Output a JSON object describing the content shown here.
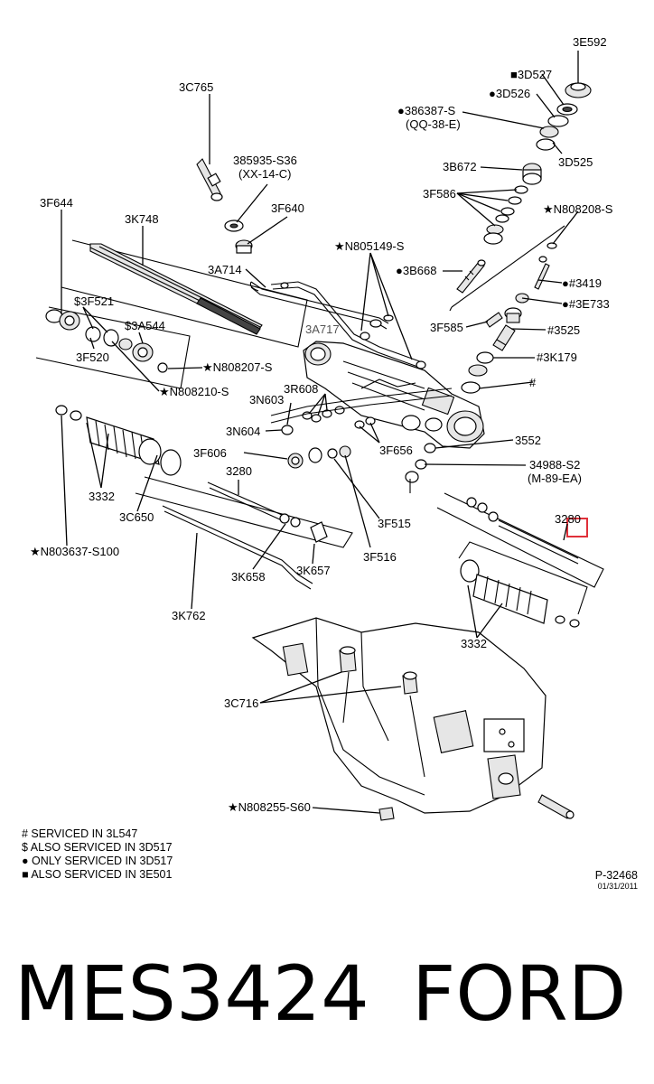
{
  "labels": {
    "l_3E592": "3E592",
    "l_3D527": "■3D527",
    "l_3D526": "●3D526",
    "l_386387": "●386387-S",
    "l_qq38e": "(QQ-38-E)",
    "l_3D525": "3D525",
    "l_3C765": "3C765",
    "l_385935": "385935-S36",
    "l_xx14c": "(XX-14-C)",
    "l_3B672": "3B672",
    "l_3F586": "3F586",
    "l_N808208": "★N808208-S",
    "l_3F644": "3F644",
    "l_3K748": "3K748",
    "l_3F640": "3F640",
    "l_N805149": "★N805149-S",
    "l_3A714": "3A714",
    "l_3B668": "●3B668",
    "l_3419": "●#3419",
    "l_3F521": "$3F521",
    "l_3A544": "$3A544",
    "l_3E733": "●#3E733",
    "l_3A717": "3A717",
    "l_3F585": "3F585",
    "l_3525": "#3525",
    "l_3F520": "3F520",
    "l_N808207": "★N808207-S",
    "l_3K179": "#3K179",
    "l_N808210": "★N808210-S",
    "l_3R608": "3R608",
    "l_hash": "#",
    "l_3N603": "3N603",
    "l_3N604": "3N604",
    "l_3552": "3552",
    "l_3F606": "3F606",
    "l_3F656": "3F656",
    "l_34988": "34988-S2",
    "l_m89ea": "(M-89-EA)",
    "l_3280a": "3280",
    "l_3332a": "3332",
    "l_3C650": "3C650",
    "l_3F515": "3F515",
    "l_3280b": "3280",
    "l_N803637": "★N803637-S100",
    "l_3K658": "3K658",
    "l_3K657": "3K657",
    "l_3F516": "3F516",
    "l_3K762": "3K762",
    "l_3332b": "3332",
    "l_3C716": "3C716",
    "l_N808255": "★N808255-S60"
  },
  "legend": {
    "hash": "# SERVICED IN 3L547",
    "dollar": "$ ALSO SERVICED IN 3D517",
    "dot": "● ONLY SERVICED IN 3D517",
    "square": "■ ALSO SERVICED IN 3E501"
  },
  "reference": {
    "code": "P-32468",
    "date": "01/31/2011"
  },
  "caption": {
    "part_number": "MES3424",
    "brand": "FORD"
  },
  "colors": {
    "line": "#000000",
    "background": "#ffffff",
    "highlight": "#e0303a"
  }
}
